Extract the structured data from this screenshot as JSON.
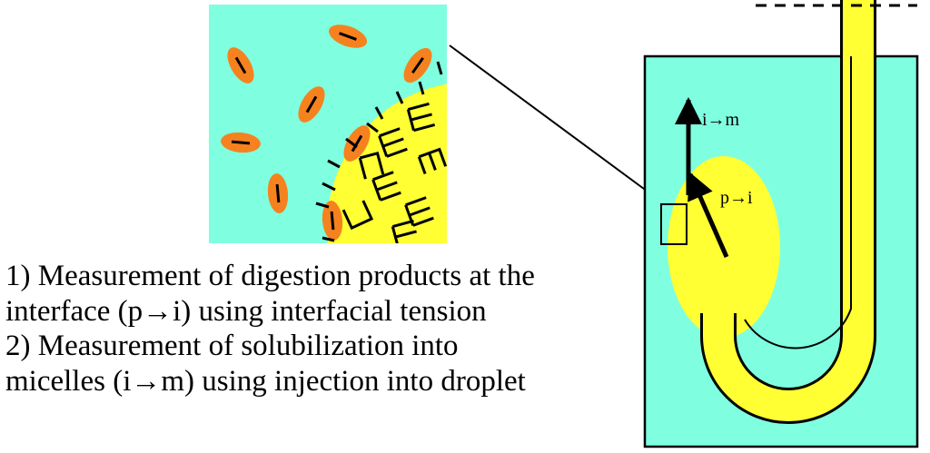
{
  "labels": {
    "upper_arrow": "i→m",
    "lower_arrow": "p→i"
  },
  "caption": {
    "lines": [
      "1) Measurement of digestion products at the",
      "interface (p→i) using interfacial tension",
      "2) Measurement of solubilization into",
      "micelles (i→m) using injection into droplet"
    ]
  },
  "colors": {
    "aqueous_phase": "#7fffe0",
    "oil_droplet": "#ffff33",
    "digestion_product": "#f5821f",
    "outline": "#000000"
  }
}
